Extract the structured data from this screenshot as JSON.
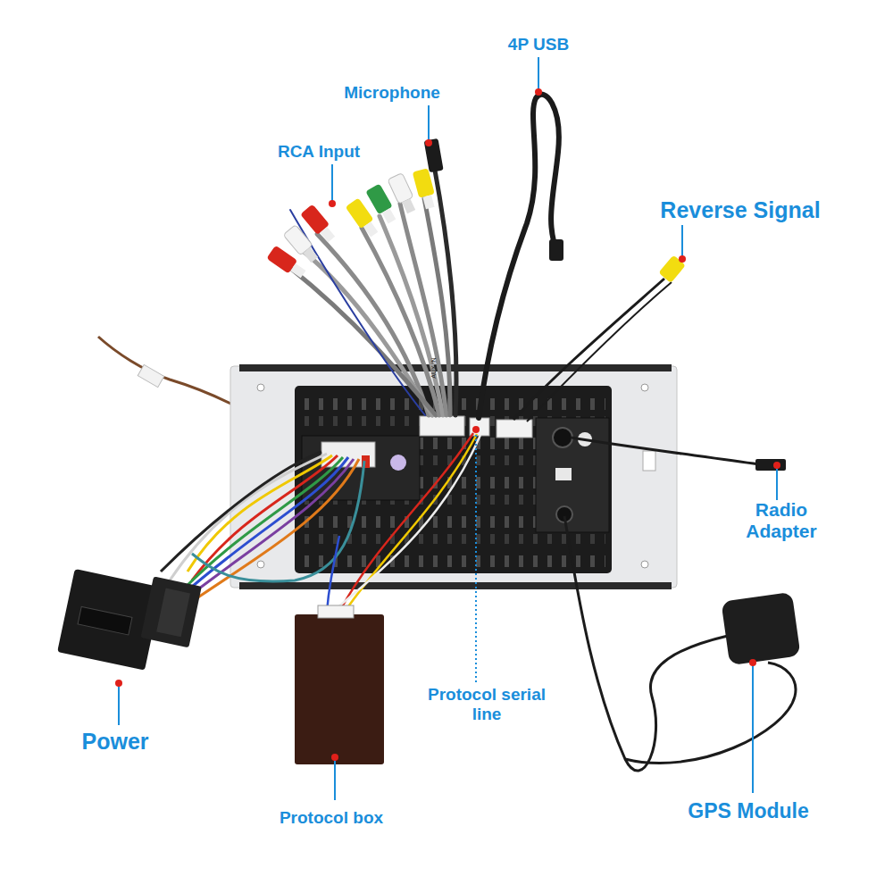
{
  "diagram": {
    "labels": [
      "4P USB",
      "Microphone",
      "RCA Input",
      "Reverse Signal",
      "Radio Adapter",
      "Power",
      "Protocol serial line",
      "Protocol box",
      "GPS Module",
      "AUX IN"
    ]
  }
}
